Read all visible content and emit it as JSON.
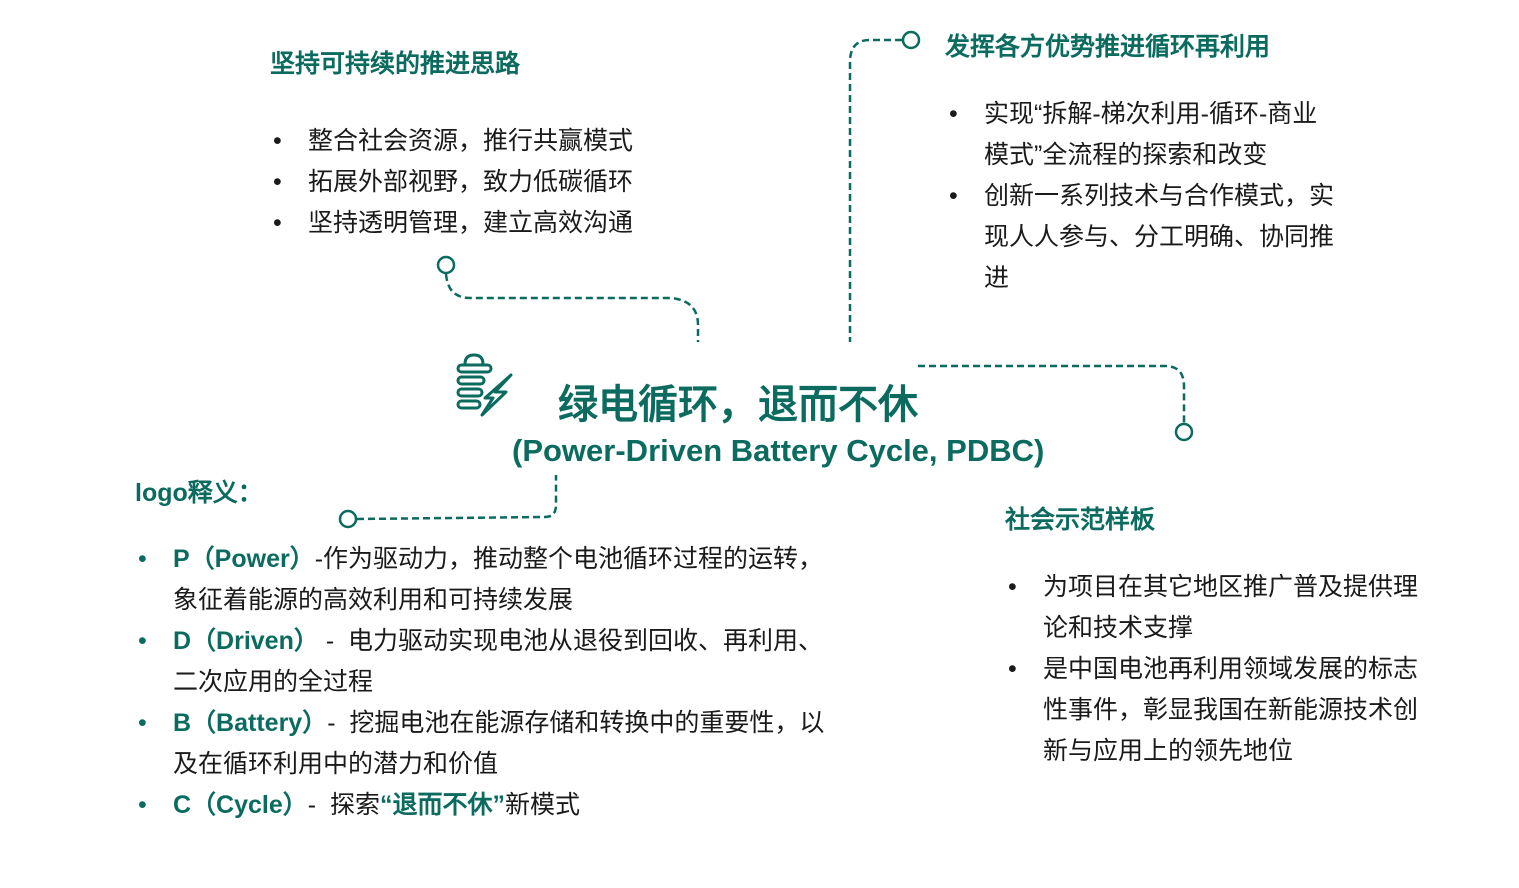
{
  "center": {
    "icon": "battery-lightning-icon",
    "title": "绿电循环，退而不休",
    "subtitle": "(Power-Driven Battery Cycle, PDBC)"
  },
  "sustainable": {
    "heading": "坚持可持续的推进思路",
    "items": [
      {
        "lines": [
          "整合社会资源，推行共赢模式"
        ]
      },
      {
        "lines": [
          "拓展外部视野，致力低碳循环"
        ]
      },
      {
        "lines": [
          "坚持透明管理，建立高效沟通"
        ]
      }
    ]
  },
  "advantages": {
    "heading": "发挥各方优势推进循环再利用",
    "items": [
      {
        "lines": [
          "实现“拆解-梯次利用-循环-商业",
          "模式”全流程的探索和改变"
        ]
      },
      {
        "lines": [
          "创新一系列技术与合作模式，实",
          "现人人参与、分工明确、协同推",
          "进"
        ]
      }
    ]
  },
  "demo": {
    "heading": "社会示范样板",
    "items": [
      {
        "lines": [
          "为项目在其它地区推广普及提供理",
          "论和技术支撑"
        ]
      },
      {
        "lines": [
          "是中国电池再利用领域发展的标志",
          "性事件，彰显我国在新能源技术创",
          "新与应用上的领先地位"
        ]
      }
    ]
  },
  "logo": {
    "heading": "logo释义：",
    "items": [
      {
        "key": "P（Power）",
        "sep": "-",
        "lines": [
          "作为驱动力，推动整个电池循环过程的运转，",
          "象征着能源的高效利用和可持续发展"
        ]
      },
      {
        "key": "D（Driven）",
        "sep": " -  ",
        "lines": [
          "电力驱动实现电池从退役到回收、再利用、",
          "二次应用的全过程"
        ]
      },
      {
        "key": "B（Battery）",
        "sep": "-  ",
        "lines": [
          "挖掘电池在能源存储和转换中的重要性，以",
          "及在循环利用中的潜力和价值"
        ]
      },
      {
        "key": "C（Cycle）",
        "sep": "-  ",
        "pre": "探索",
        "highlight": "“退而不休”",
        "post": "新模式"
      }
    ]
  },
  "colors": {
    "accent": "#0b6b5f",
    "text": "#1a1a1a"
  }
}
